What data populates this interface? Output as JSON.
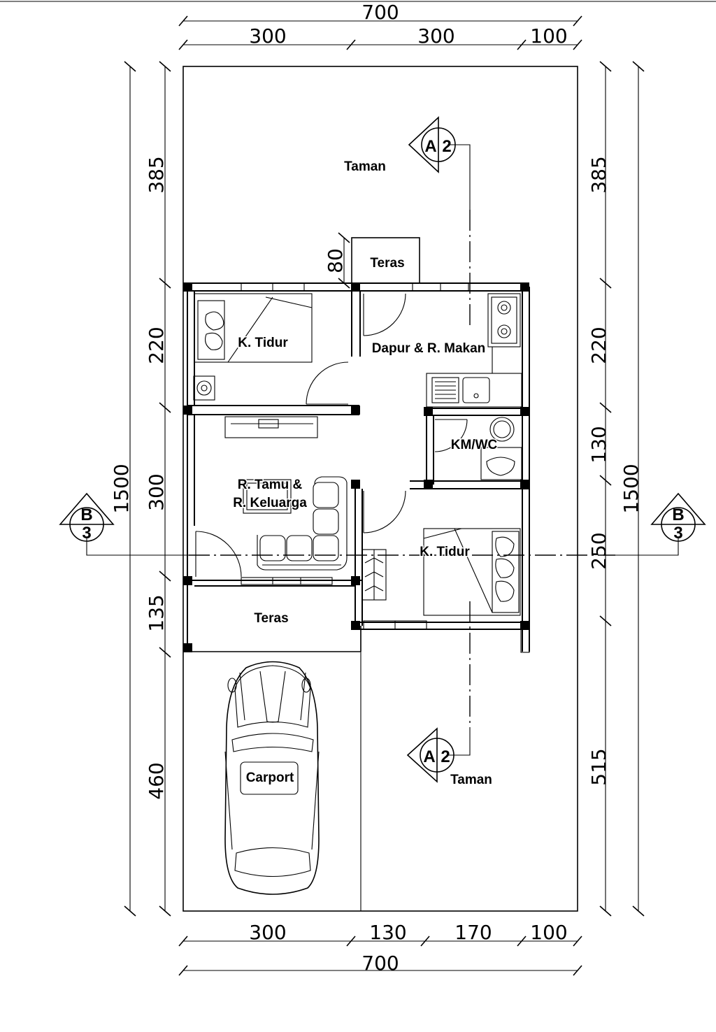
{
  "dimensions": {
    "top_total": "700",
    "top_segments": [
      "300",
      "300",
      "100"
    ],
    "bottom_segments": [
      "300",
      "130",
      "170",
      "100"
    ],
    "bottom_total": "700",
    "left_total": "1500",
    "left_segments": [
      "385",
      "80",
      "220",
      "300",
      "135",
      "460"
    ],
    "right_total": "1500",
    "right_segments": [
      "385",
      "220",
      "130",
      "250",
      "515"
    ]
  },
  "rooms": {
    "garden_top": "Taman",
    "terrace_top": "Teras",
    "bedroom_1": "K. Tidur",
    "kitchen_dining": "Dapur & R. Makan",
    "bathroom": "KM/WC",
    "living_line1": "R. Tamu &",
    "living_line2": "R. Keluarga",
    "bedroom_2": "K. Tidur",
    "terrace_bottom": "Teras",
    "carport": "Carport",
    "garden_bottom": "Taman"
  },
  "section_marks": {
    "a2_top": {
      "letter": "A",
      "number": "2"
    },
    "a2_bottom": {
      "letter": "A",
      "number": "2"
    },
    "b3_left": {
      "letter": "B",
      "number": "3"
    },
    "b3_right": {
      "letter": "B",
      "number": "3"
    }
  }
}
